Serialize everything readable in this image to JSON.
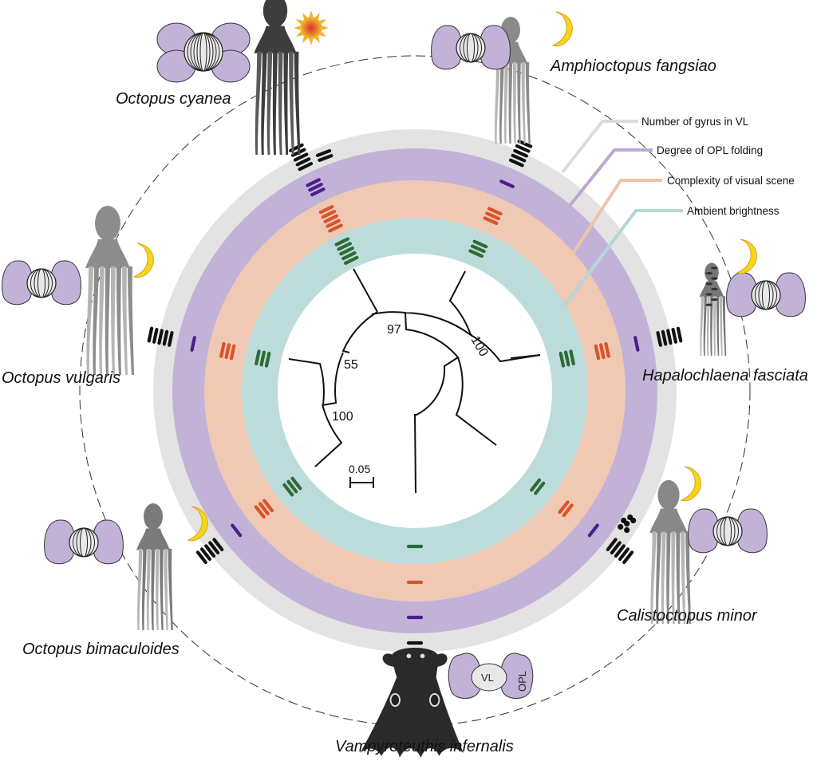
{
  "figure": {
    "type": "circular-phylogeny-with-trait-rings",
    "legend": [
      {
        "key": "gyrus",
        "label": "Number of gyrus in VL",
        "color": "#e3e3e3"
      },
      {
        "key": "opl",
        "label": "Degree of OPL folding",
        "color": "#c2b2d8"
      },
      {
        "key": "scene",
        "label": "Complexity of visual scene",
        "color": "#efc9b4"
      },
      {
        "key": "brightness",
        "label": "Ambient brightness",
        "color": "#bcdcdb"
      }
    ],
    "mark_colors": {
      "gyrus": "#111111",
      "opl": "#4a1f8c",
      "scene": "#d9532b",
      "brightness": "#2f6a36"
    },
    "node_support": [
      "97",
      "55",
      "100",
      "100"
    ],
    "scale_bar": "0.05",
    "brain_parts": {
      "vl": "VL",
      "opl": "OPL"
    },
    "species": [
      {
        "name": "Octopus cyanea",
        "light": "sun",
        "gyrus": 5,
        "gyrus_extra": 2,
        "gyrus_dots": 0,
        "opl": 3,
        "scene": 5,
        "brightness": 5,
        "brain": "large"
      },
      {
        "name": "Amphioctopus fangsiao",
        "light": "moon",
        "gyrus": 5,
        "gyrus_extra": 0,
        "gyrus_dots": 0,
        "opl": 1,
        "scene": 3,
        "brightness": 3,
        "brain": "medium"
      },
      {
        "name": "Hapalochlaena fasciata",
        "light": "moon",
        "gyrus": 5,
        "gyrus_extra": 0,
        "gyrus_dots": 0,
        "opl": 1,
        "scene": 3,
        "brightness": 3,
        "brain": "medium"
      },
      {
        "name": "Calistoctopus minor",
        "light": "moon",
        "gyrus": 5,
        "gyrus_extra": 0,
        "gyrus_dots": 6,
        "opl": 1,
        "scene": 2,
        "brightness": 2,
        "brain": "medium"
      },
      {
        "name": "Vampyroteuthis infernalis",
        "light": "none",
        "gyrus": 1,
        "gyrus_extra": 0,
        "gyrus_dots": 0,
        "opl": 1,
        "scene": 1,
        "brightness": 1,
        "brain": "simple"
      },
      {
        "name": "Octopus bimaculoides",
        "light": "moon",
        "gyrus": 5,
        "gyrus_extra": 0,
        "gyrus_dots": 0,
        "opl": 1,
        "scene": 3,
        "brightness": 3,
        "brain": "medium"
      },
      {
        "name": "Octopus vulgaris",
        "light": "moon",
        "gyrus": 5,
        "gyrus_extra": 0,
        "gyrus_dots": 0,
        "opl": 1,
        "scene": 3,
        "brightness": 3,
        "brain": "medium"
      }
    ]
  }
}
